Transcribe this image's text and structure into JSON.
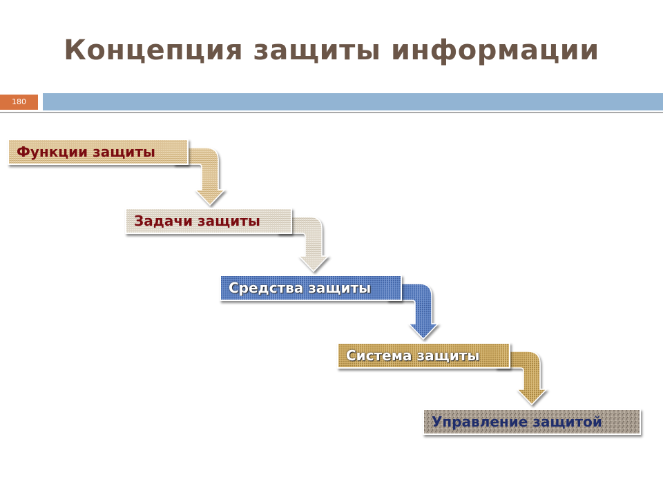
{
  "title": "Концепция защиты информации",
  "slide_number": "180",
  "steps": [
    {
      "label": "Функции защиты",
      "text_color": "#7a0b10"
    },
    {
      "label": "Задачи защиты",
      "text_color": "#7a0b10"
    },
    {
      "label": "Средства защиты",
      "text_color": "#ffffff"
    },
    {
      "label": "Система защиты",
      "text_color": "#ffffff"
    },
    {
      "label": "Управление защитой",
      "text_color": "#1f2d6b"
    }
  ],
  "colors": {
    "title": "#6b5648",
    "slide_number_bg": "#d8733f",
    "top_bar": "#92b4d3"
  }
}
